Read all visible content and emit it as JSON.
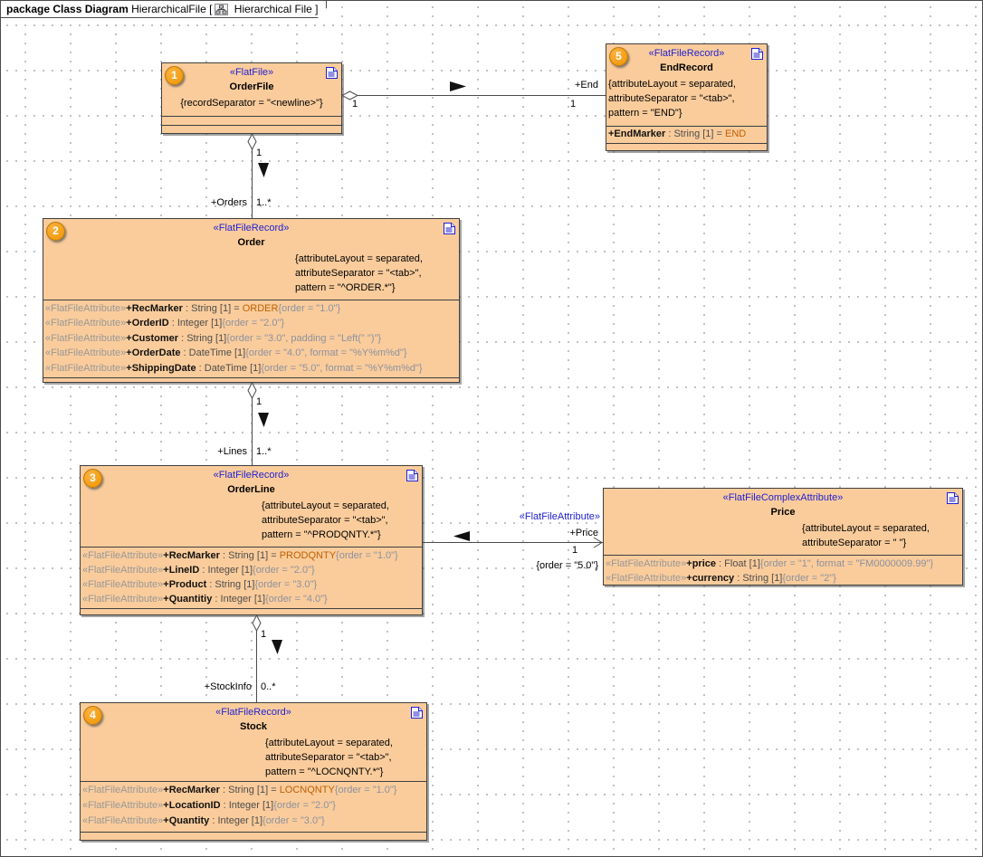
{
  "frame": {
    "title_bold": "package Class Diagram",
    "title_mid": " HierarchicalFile [",
    "title_end": " Hierarchical File ]"
  },
  "colors": {
    "box_fill": "#FACC9C",
    "box_border": "#3f3f3f",
    "stereotype_blue": "#1F1FD1",
    "value_orange": "#BF6000",
    "tag_gray": "#8C919E",
    "badge_orange": "#F29D13",
    "line_color": "#4a4a4a"
  },
  "classes": {
    "orderfile": {
      "badge": "1",
      "stereotype": "«FlatFile»",
      "name": "OrderFile",
      "constraints": [
        "{recordSeparator = \"<newline>\"}"
      ]
    },
    "order": {
      "badge": "2",
      "stereotype": "«FlatFileRecord»",
      "name": "Order",
      "constraints": [
        "{attributeLayout = separated,",
        "attributeSeparator = \"<tab>\",",
        "pattern = \"^ORDER.*\"}"
      ],
      "attrs": [
        {
          "stereo": "«FlatFileAttribute»",
          "name": "+RecMarker",
          "type": " : String [1] = ",
          "value": "ORDER",
          "tag": "{order = \"1.0\"}"
        },
        {
          "stereo": "«FlatFileAttribute»",
          "name": "+OrderID",
          "type": " : Integer [1]",
          "value": "",
          "tag": "{order = \"2.0\"}"
        },
        {
          "stereo": "«FlatFileAttribute»",
          "name": "+Customer",
          "type": " : String [1]",
          "value": "",
          "tag": "{order = \"3.0\", padding = \"Left(\" \")\"}"
        },
        {
          "stereo": "«FlatFileAttribute»",
          "name": "+OrderDate",
          "type": " : DateTime [1]",
          "value": "",
          "tag": "{order = \"4.0\", format = \"%Y%m%d\"}"
        },
        {
          "stereo": "«FlatFileAttribute»",
          "name": "+ShippingDate",
          "type": " : DateTime [1]",
          "value": "",
          "tag": "{order = \"5.0\", format = \"%Y%m%d\"}"
        }
      ]
    },
    "orderline": {
      "badge": "3",
      "stereotype": "«FlatFileRecord»",
      "name": "OrderLine",
      "constraints": [
        "{attributeLayout = separated,",
        "attributeSeparator = \"<tab>\",",
        "pattern = \"^PRODQNTY.*\"}"
      ],
      "attrs": [
        {
          "stereo": "«FlatFileAttribute»",
          "name": "+RecMarker",
          "type": " : String [1] = ",
          "value": "PRODQNTY",
          "tag": "{order = \"1.0\"}"
        },
        {
          "stereo": "«FlatFileAttribute»",
          "name": "+LineID",
          "type": " : Integer [1]",
          "value": "",
          "tag": "{order = \"2.0\"}"
        },
        {
          "stereo": "«FlatFileAttribute»",
          "name": "+Product",
          "type": " : String [1]",
          "value": "",
          "tag": "{order = \"3.0\"}"
        },
        {
          "stereo": "«FlatFileAttribute»",
          "name": "+Quantitiy",
          "type": " : Integer [1]",
          "value": "",
          "tag": "{order = \"4.0\"}"
        }
      ]
    },
    "stock": {
      "badge": "4",
      "stereotype": "«FlatFileRecord»",
      "name": "Stock",
      "constraints": [
        "{attributeLayout = separated,",
        "attributeSeparator = \"<tab>\",",
        "pattern = \"^LOCNQNTY.*\"}"
      ],
      "attrs": [
        {
          "stereo": "«FlatFileAttribute»",
          "name": "+RecMarker",
          "type": " : String [1] = ",
          "value": "LOCNQNTY",
          "tag": "{order = \"1.0\"}"
        },
        {
          "stereo": "«FlatFileAttribute»",
          "name": "+LocationID",
          "type": " : Integer [1]",
          "value": "",
          "tag": "{order = \"2.0\"}"
        },
        {
          "stereo": "«FlatFileAttribute»",
          "name": "+Quantity",
          "type": " : Integer [1]",
          "value": "",
          "tag": "{order = \"3.0\"}"
        }
      ]
    },
    "endrecord": {
      "badge": "5",
      "stereotype": "«FlatFileRecord»",
      "name": "EndRecord",
      "constraints": [
        "{attributeLayout = separated,",
        "attributeSeparator = \"<tab>\",",
        "pattern = \"END\"}"
      ],
      "attrs": [
        {
          "stereo": "",
          "name": "+EndMarker",
          "type": " : String [1] = ",
          "value": "END",
          "tag": ""
        }
      ]
    },
    "price": {
      "stereotype": "«FlatFileComplexAttribute»",
      "name": "Price",
      "constraints": [
        "{attributeLayout = separated,",
        "attributeSeparator = \" \"}"
      ],
      "attrs": [
        {
          "stereo": "«FlatFileAttribute»",
          "name": "+price",
          "type": " : Float [1]",
          "value": "",
          "tag": "{order = \"1\", format = \"FM0000009.99\"}"
        },
        {
          "stereo": "«FlatFileAttribute»",
          "name": "+currency",
          "type": " : String [1]",
          "value": "",
          "tag": "{order = \"2\"}"
        }
      ]
    }
  },
  "connectors": {
    "end": {
      "name": "+End",
      "mult_src": "1",
      "mult_tgt": "1"
    },
    "orders": {
      "name": "+Orders",
      "mult_src": "1",
      "mult_tgt": "1..*"
    },
    "lines": {
      "name": "+Lines",
      "mult_src": "1",
      "mult_tgt": "1..*"
    },
    "stockinfo": {
      "name": "+StockInfo",
      "mult_src": "1",
      "mult_tgt": "0..*"
    },
    "price": {
      "stereotype": "«FlatFileAttribute»",
      "name": "+Price",
      "mult_tgt": "1",
      "tag": "{order = \"5.0\"}"
    }
  }
}
